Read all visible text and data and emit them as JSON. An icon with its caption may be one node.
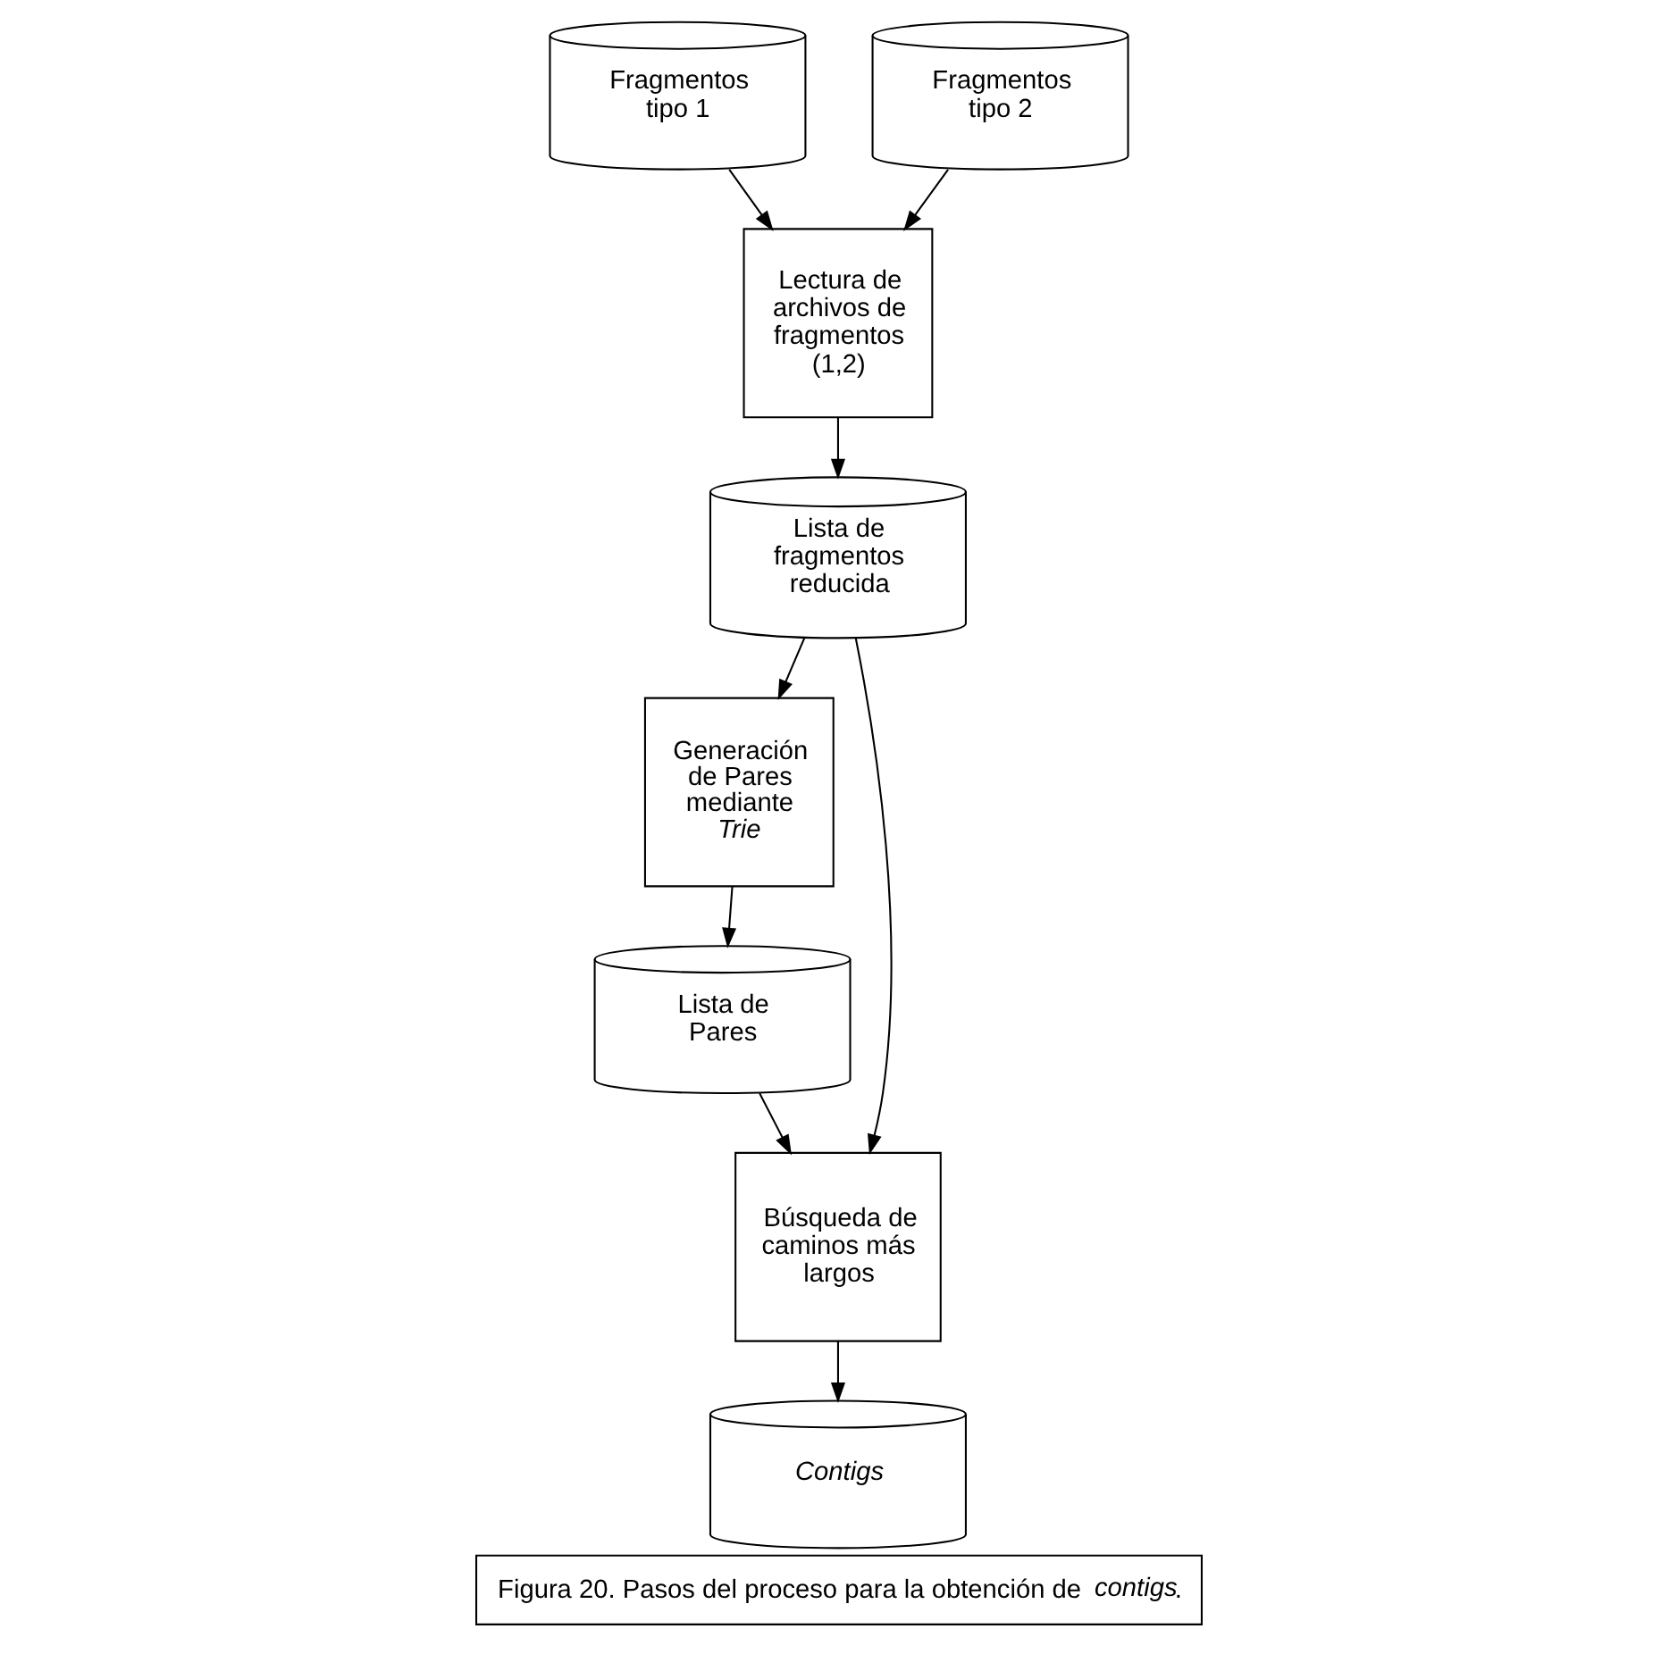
{
  "diagram": {
    "caption": "Figura 20. Pasos del proceso para la obtención de *contigs*.",
    "nodes": [
      {
        "text": [
          "Fragmentos tipo 1"
        ]
      },
      {
        "text": [
          "Fragmentos tipo 2"
        ]
      },
      {
        "text": [
          "Lectura de archivos de fragmentos (1,2)"
        ]
      },
      {
        "text": [
          "Lista de fragmentos reducida"
        ]
      },
      {
        "text": [
          "Generación de Pares mediante *Trie*"
        ]
      },
      {
        "text": [
          "Lista de Pares"
        ]
      },
      {
        "text": [
          "Búsqueda de caminos más largos"
        ]
      },
      {
        "text": [
          "*Contigs*"
        ]
      }
    ],
    "edges": [
      {
        "from": 0,
        "to": 2,
        "arrow": "to"
      },
      {
        "from": 1,
        "to": 2,
        "arrow": "to"
      },
      {
        "from": 2,
        "to": 3,
        "arrow": "to"
      },
      {
        "from": 3,
        "to": 4,
        "arrow": "to"
      },
      {
        "from": 4,
        "to": 5,
        "arrow": "to"
      },
      {
        "from": 3,
        "to": 6,
        "arrow": "to"
      },
      {
        "from": 5,
        "to": 6,
        "arrow": "to"
      },
      {
        "from": 6,
        "to": 7,
        "arrow": "to"
      }
    ]
  }
}
